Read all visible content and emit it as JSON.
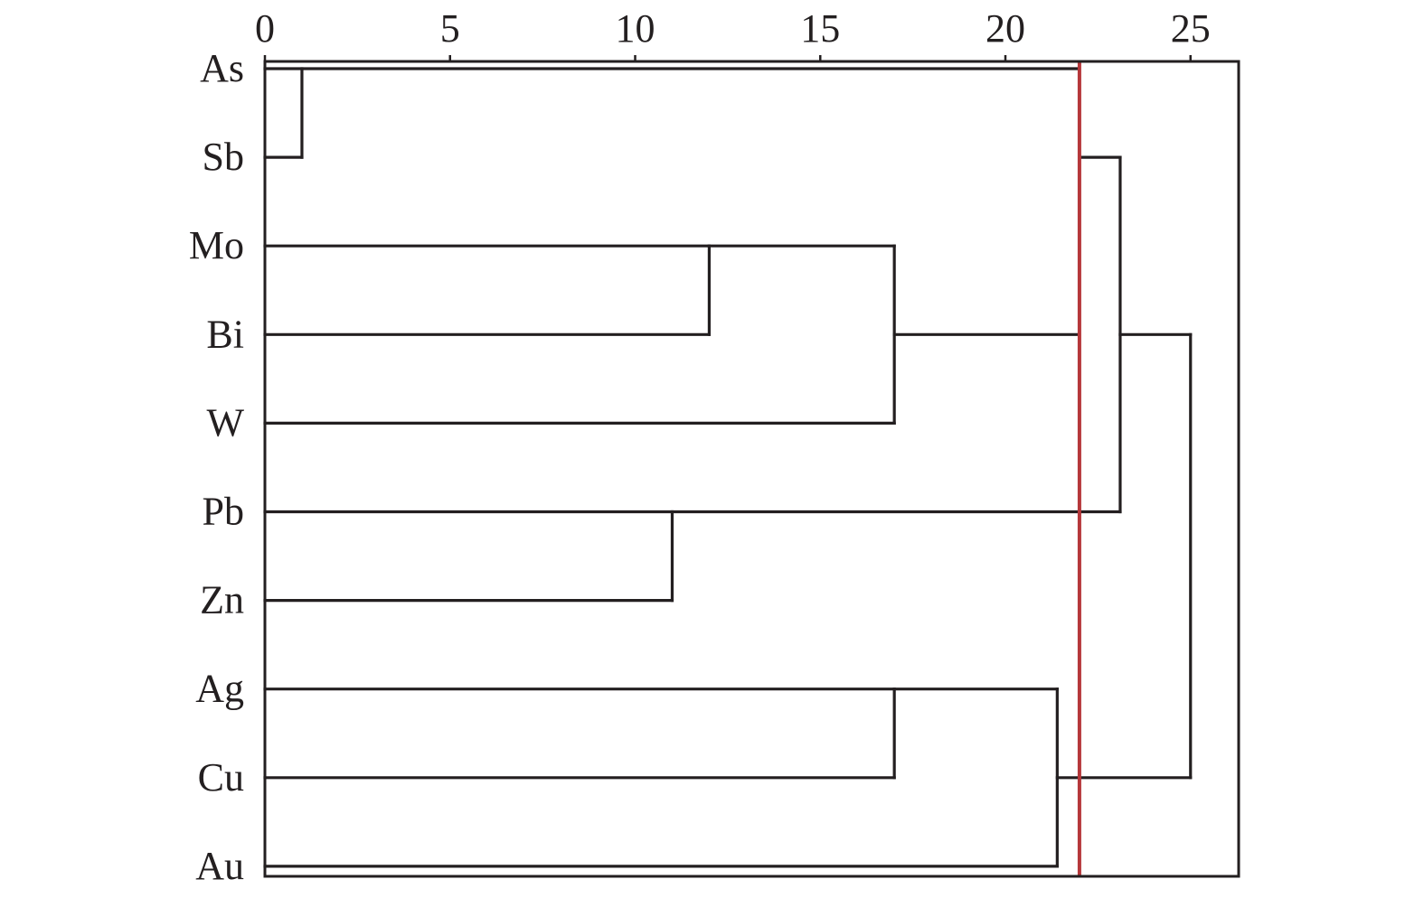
{
  "chart_data": {
    "type": "dendrogram",
    "x_ticks": [
      0,
      5,
      10,
      15,
      20,
      25
    ],
    "xlim": [
      0,
      26.3
    ],
    "leaves": [
      "As",
      "Sb",
      "Mo",
      "Bi",
      "W",
      "Pb",
      "Zn",
      "Ag",
      "Cu",
      "Au"
    ],
    "merges": [
      {
        "id": "c1",
        "left": "As",
        "right": "Sb",
        "height": 1
      },
      {
        "id": "c2",
        "left": "Mo",
        "right": "Bi",
        "height": 12
      },
      {
        "id": "c3",
        "left": "c2",
        "right": "W",
        "height": 17
      },
      {
        "id": "c4",
        "left": "Pb",
        "right": "Zn",
        "height": 11
      },
      {
        "id": "c5",
        "left": "Ag",
        "right": "Cu",
        "height": 17
      },
      {
        "id": "c6",
        "left": "c5",
        "right": "Au",
        "height": 21.4
      },
      {
        "id": "c7",
        "left": "c1",
        "right": "c3",
        "right2": "c4",
        "height": 22,
        "members": [
          "c1",
          "c3",
          "c4"
        ]
      },
      {
        "id": "c8",
        "left": "c7",
        "right": "c6",
        "height": 25
      }
    ],
    "edges": [
      {
        "from_leaf": "As",
        "y_leaf": "As",
        "x0": 0,
        "x1": 22
      },
      {
        "from_leaf": "Sb",
        "y_leaf": "Sb",
        "x0": 0,
        "x1": 1
      },
      {
        "vertical": true,
        "x": 1,
        "y_from": "As",
        "y_to": "Sb"
      },
      {
        "from_leaf": "Mo",
        "y_leaf": "Mo",
        "x0": 0,
        "x1": 12
      },
      {
        "from_leaf": "Bi",
        "y_leaf": "Bi",
        "x0": 0,
        "x1": 12
      },
      {
        "vertical": true,
        "x": 12,
        "y_from": "Mo",
        "y_to": "Bi"
      },
      {
        "y_leaf": "Mo",
        "x0": 12,
        "x1": 17
      },
      {
        "from_leaf": "W",
        "y_leaf": "W",
        "x0": 0,
        "x1": 17
      },
      {
        "vertical": true,
        "x": 17,
        "y_from": "Mo",
        "y_to": "W"
      },
      {
        "y_leaf": "Bi",
        "x0": 17,
        "x1": 22
      },
      {
        "from_leaf": "Pb",
        "y_leaf": "Pb",
        "x0": 0,
        "x1": 22
      },
      {
        "from_leaf": "Zn",
        "y_leaf": "Zn",
        "x0": 0,
        "x1": 11
      },
      {
        "vertical": true,
        "x": 11,
        "y_from": "Pb",
        "y_to": "Zn"
      },
      {
        "y_leaf": "Sb",
        "x0": 22,
        "x1": 23.1
      },
      {
        "y_leaf": "Pb",
        "x0": 22,
        "x1": 23.1
      },
      {
        "vertical": true,
        "x": 23.1,
        "y_from": "Sb",
        "y_to": "Pb"
      },
      {
        "y_leaf": "Bi",
        "x0": 23.1,
        "x1": 25
      },
      {
        "from_leaf": "Ag",
        "y_leaf": "Ag",
        "x0": 0,
        "x1": 17
      },
      {
        "from_leaf": "Cu",
        "y_leaf": "Cu",
        "x0": 0,
        "x1": 17
      },
      {
        "vertical": true,
        "x": 17,
        "y_from": "Ag",
        "y_to": "Cu"
      },
      {
        "y_leaf": "Ag",
        "x0": 17,
        "x1": 21.4
      },
      {
        "from_leaf": "Au",
        "y_leaf": "Au",
        "x0": 0,
        "x1": 21.4
      },
      {
        "vertical": true,
        "x": 21.4,
        "y_from": "Ag",
        "y_to": "Au"
      },
      {
        "y_leaf": "Cu",
        "x0": 21.4,
        "x1": 25
      },
      {
        "vertical": true,
        "x": 25,
        "y_from": "Bi",
        "y_to": "Cu"
      }
    ],
    "cut_line": {
      "x": 22,
      "color": "#b5373a"
    },
    "grid": false,
    "title": "",
    "xlabel": "",
    "ylabel": ""
  },
  "colors": {
    "line": "#231f20",
    "cut": "#b5373a",
    "background": "#ffffff"
  }
}
